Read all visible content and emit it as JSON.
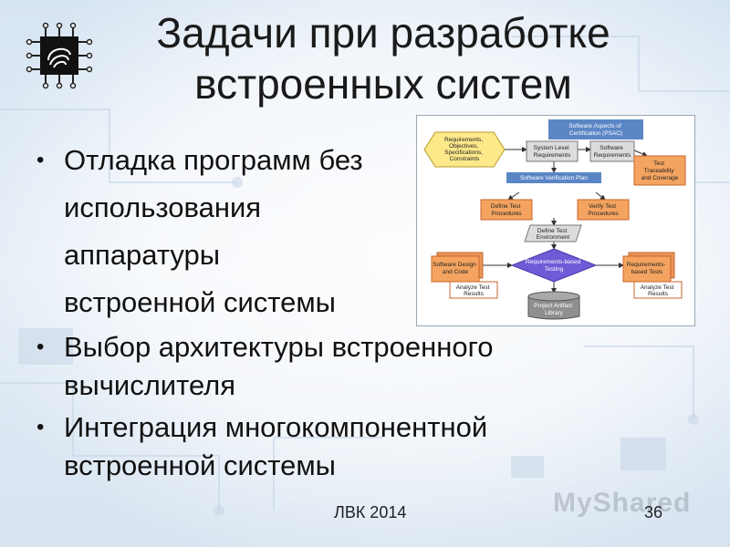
{
  "slide": {
    "title_line1": "Задачи при разработке",
    "title_line2": "встроенных систем",
    "bullets": [
      {
        "lines": [
          "Отладка программ без",
          "использования",
          "аппаратуры",
          "встроенной системы"
        ]
      },
      {
        "lines": [
          "Выбор архитектуры встроенного",
          "вычислителя"
        ]
      },
      {
        "lines": [
          "Интеграция многокомпонентной",
          "встроенной системы"
        ]
      }
    ],
    "bullet_symbol": "•",
    "footer_left": "ЛВК 2014",
    "footer_right": "36",
    "watermark": "MyShared"
  },
  "diagram": {
    "requirements_input": [
      "Requirements,",
      "Objectives,",
      "Specifications,",
      "Constraints"
    ],
    "software_aspects": [
      "Software Aspects of",
      "Certification (PSAC)"
    ],
    "system_level": [
      "System Level",
      "Requirements"
    ],
    "software_requirements": [
      "Software",
      "Requirements"
    ],
    "test_traceability": [
      "Test",
      "Traceability",
      "and Coverage"
    ],
    "verification_plan": "Software Verification Plan",
    "define_test_procedures": [
      "Define Test",
      "Procedures"
    ],
    "verify_test_procedures": [
      "Verify Test",
      "Procedures"
    ],
    "define_test_environment": [
      "Define Test",
      "Environment"
    ],
    "software_design": [
      "Software Design",
      "and Code"
    ],
    "analyze_results_left": [
      "Analyze Test",
      "Results"
    ],
    "requirements_testing": [
      "Requirements-based",
      "Testing"
    ],
    "requirements_tests": [
      "Requirements-",
      "based Tests"
    ],
    "analyze_results_right": [
      "Analyze Test",
      "Results"
    ],
    "artifact_library": [
      "Project Artifact",
      "Library"
    ]
  },
  "colors": {
    "orange_box": "#f4a460",
    "orange_border": "#c8652a",
    "blue_box": "#5b86c6",
    "purple_diamond": "#6f5bd6",
    "yellow_hex": "#fde98a",
    "gray_box": "#dcdcdc"
  },
  "icons": [
    "chip-icon"
  ]
}
